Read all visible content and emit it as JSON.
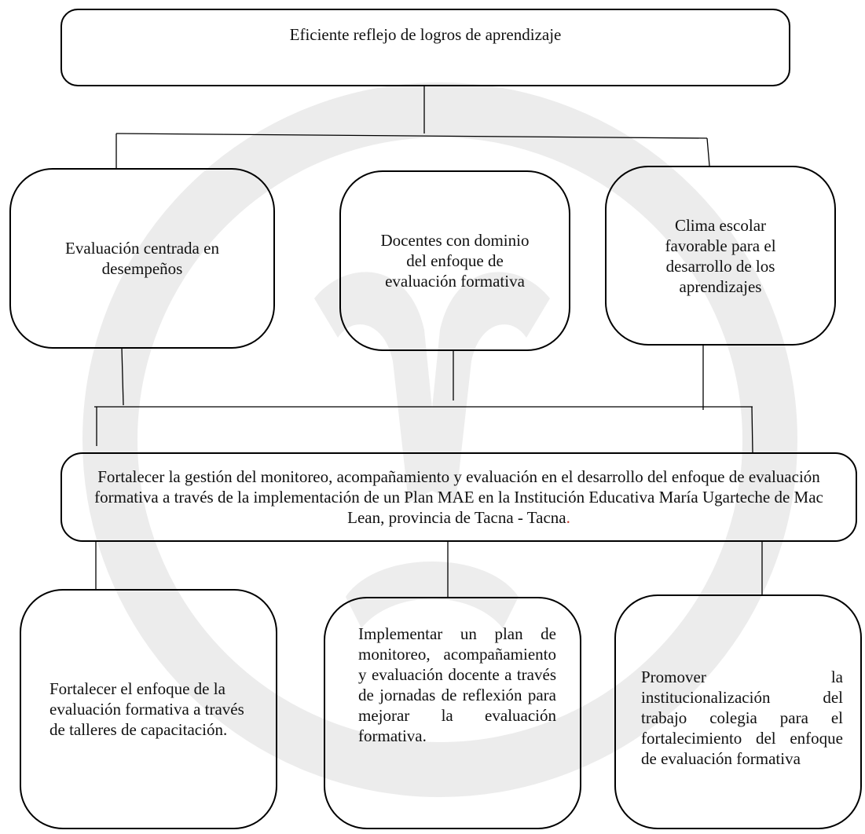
{
  "diagram": {
    "top": {
      "text": "Eficiente reflejo de logros de aprendizaje"
    },
    "middle": [
      {
        "text": "Evaluación centrada en desempeños"
      },
      {
        "text": "Docentes con dominio del enfoque de evaluación formativa"
      },
      {
        "text": "Clima escolar favorable para el desarrollo de los aprendizajes"
      }
    ],
    "central": {
      "text": "Fortalecer la gestión del monitoreo, acompañamiento y evaluación en el desarrollo del enfoque de evaluación formativa a través de la implementación de un Plan MAE en la Institución Educativa María Ugarteche de Mac Lean, provincia de Tacna - Tacna",
      "end_mark": "."
    },
    "bottom": [
      {
        "text": "Fortalecer el enfoque de la evaluación formativa a través de talleres de capacitación."
      },
      {
        "text": "Implementar un plan de monitoreo, acompañamiento y evaluación docente a través de jornadas de reflexión para mejorar la evaluación formativa."
      },
      {
        "text": "Promover la institucionalización del trabajo colegia para el fortalecimiento del enfoque de evaluación formativa"
      }
    ]
  },
  "colors": {
    "line": "#000000",
    "text": "#111111",
    "accent_period": "#c0392b",
    "watermark": "#ededed"
  }
}
